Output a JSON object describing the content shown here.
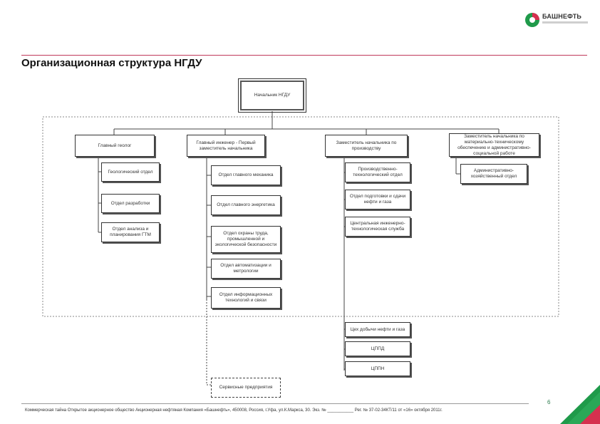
{
  "header": {
    "brand": "БАШНЕФТЬ",
    "title": "Организационная структура НГДУ"
  },
  "chart": {
    "top": "Начальник НГДУ",
    "heads": [
      "Главный геолог",
      "Главный инженер - Первый заместитель начальника",
      "Заместитель начальника по производству",
      "Заместитель начальника по материально-техническому обеспечению и административно-социальной работе"
    ],
    "col1": [
      "Геологический отдел",
      "Отдел разработки",
      "Отдел анализа и планирования ГТМ"
    ],
    "col2": [
      "Отдел главного механика",
      "Отдел главного энергетика",
      "Отдел охраны труда, промышленной и экологической безопасности",
      "Отдел автоматизации и метрологии",
      "Отдел информационных технологий и связи",
      "Сервисные предприятия"
    ],
    "col3": [
      "Производственно-технологический отдел",
      "Отдел подготовки и сдачи нефти и газа",
      "Центральная инженерно-технологическая служба",
      "Цех добычи нефти и газа",
      "ЦППД",
      "ЦППН"
    ],
    "col4": [
      "Административно-хозяйственный отдел"
    ]
  },
  "footer": {
    "text": "Коммерческая тайна Открытое акционерное общество Акционерная нефтяная Компания «Башнефть»,    450008, Россия, г.Уфа, ул.К.Маркса, 30. Экз. № ___________    Рег. № 37-02-34КТ/11 от «16» октября 2011г.",
    "page": "6"
  }
}
